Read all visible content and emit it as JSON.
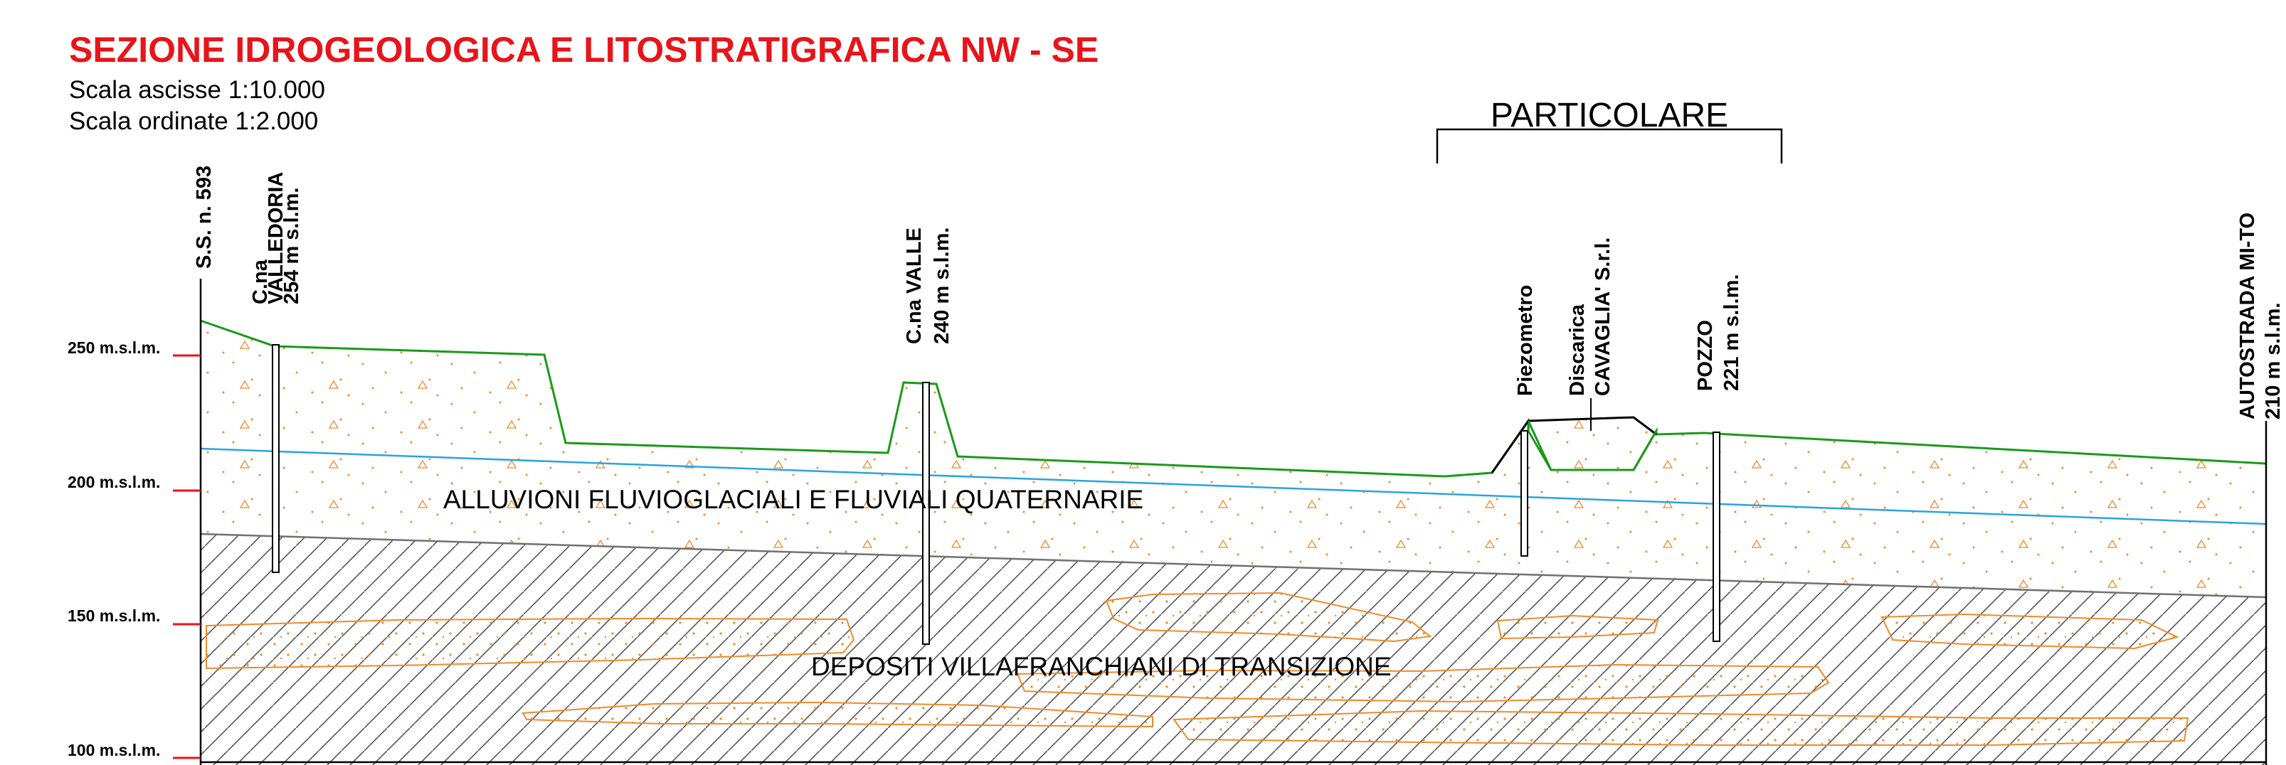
{
  "title": "SEZIONE IDROGEOLOGICA E LITOSTRATIGRAFICA NW - SE",
  "scales": {
    "horizontal": "Scala ascisse 1:10.000",
    "vertical": "Scala ordinate 1:2.000"
  },
  "detail_label": "PARTICOLARE",
  "elevation_axis": {
    "labels": [
      "250 m.s.l.m.",
      "200 m.s.l.m.",
      "150 m.s.l.m.",
      "100 m.s.l.m."
    ],
    "tick_color": "#e8141b"
  },
  "features": {
    "ss593": "S.S. n. 593",
    "valledoria_name": "C.na",
    "valledoria_name2": "VALLEDORIA",
    "valledoria_elev": "254 m s.l.m.",
    "valle_name": "C.na VALLE",
    "valle_elev": "240 m s.l.m.",
    "piezometro": "Piezometro",
    "discarica_1": "Discarica",
    "discarica_2": "CAVAGLIA' S.r.l.",
    "pozzo_name": "POZZO",
    "pozzo_elev": "221 m s.l.m.",
    "autostrada_name": "AUTOSTRADA MI-TO",
    "autostrada_elev": "210 m s.l.m."
  },
  "units": {
    "alluvial": "ALLUVIONI FLUVIOGLACIALI E FLUVIALI QUATERNARIE",
    "villafranchian": "DEPOSITI VILLAFRANCHIANI DI TRANSIZIONE"
  },
  "colors": {
    "title": "#e8141b",
    "ground_surface": "#1a9a1a",
    "water_table": "#29a3e0",
    "lenses": "#f08a2a",
    "hatch": "#555555",
    "contact": "#707070"
  }
}
